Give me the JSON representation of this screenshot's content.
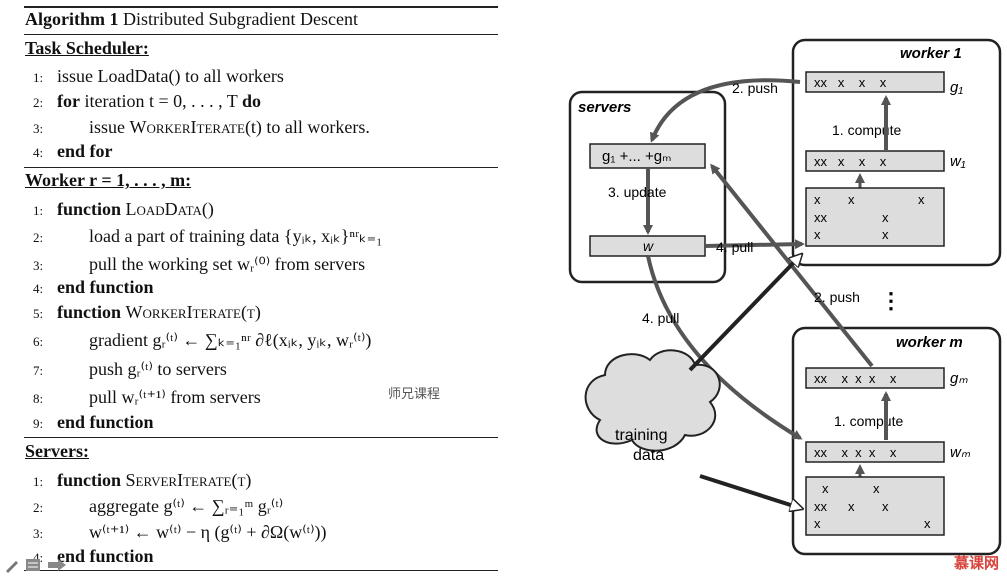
{
  "algorithm": {
    "title_bold": "Algorithm 1",
    "title_rest": "Distributed Subgradient Descent",
    "sections": {
      "task_scheduler": "Task Scheduler:",
      "worker": "Worker r = 1, . . . , m:",
      "servers": "Servers:"
    },
    "lines": {
      "t1": "issue LoadData() to all workers",
      "t2_kw": "for",
      "t2_rest": "iteration t = 0, . . . , T",
      "t2_do": "do",
      "t3_pre": "issue",
      "t3_fn": "WorkerIterate",
      "t3_post": "(t) to all workers.",
      "t4": "end for",
      "w1_kw": "function",
      "w1_fn": "LoadData()",
      "w2": "load a part of training data {yᵢₖ, xᵢₖ}ⁿʳₖ₌₁",
      "w3": "pull the working set wᵣ⁽⁰⁾ from servers",
      "w4": "end function",
      "w5_kw": "function",
      "w5_fn": "WorkerIterate(t)",
      "w6": "gradient gᵣ⁽ᵗ⁾ ← ∑ₖ₌₁ⁿʳ ∂ℓ(xᵢₖ, yᵢₖ, wᵣ⁽ᵗ⁾)",
      "w7": "push gᵣ⁽ᵗ⁾ to servers",
      "w8": "pull wᵣ⁽ᵗ⁺¹⁾ from servers",
      "w9": "end function",
      "s1_kw": "function",
      "s1_fn": "ServerIterate(t)",
      "s2": "aggregate g⁽ᵗ⁾ ← ∑ᵣ₌₁ᵐ gᵣ⁽ᵗ⁾",
      "s3": "w⁽ᵗ⁺¹⁾ ← w⁽ᵗ⁾ − η (g⁽ᵗ⁾ + ∂Ω(w⁽ᵗ⁾))",
      "s4": "end function"
    },
    "numbers": [
      "1:",
      "2:",
      "3:",
      "4:",
      "5:",
      "6:",
      "7:",
      "8:",
      "9:"
    ]
  },
  "watermark": "师兄课程",
  "diagram": {
    "servers_label": "servers",
    "servers_sum": "g₁ +... +gₘ",
    "servers_w": "w",
    "worker1_label": "worker 1",
    "workerm_label": "worker m",
    "g1": "g₁",
    "w1": "w₁",
    "gm": "gₘ",
    "wm": "wₘ",
    "push_top": "2. push",
    "push_mid": "2. push",
    "compute1": "1. compute",
    "computem": "1. compute",
    "update": "3. update",
    "pull4a": "4. pull",
    "pull4b": "4. pull",
    "training": "training",
    "data": "data",
    "dots": "⋮",
    "row_g1": "xx   x    x    x",
    "row_w1": "xx   x    x    x",
    "row_gm": "xx    x  x  x    x",
    "row_wm": "xx    x  x  x    x"
  },
  "corner_logo": "慕课网"
}
